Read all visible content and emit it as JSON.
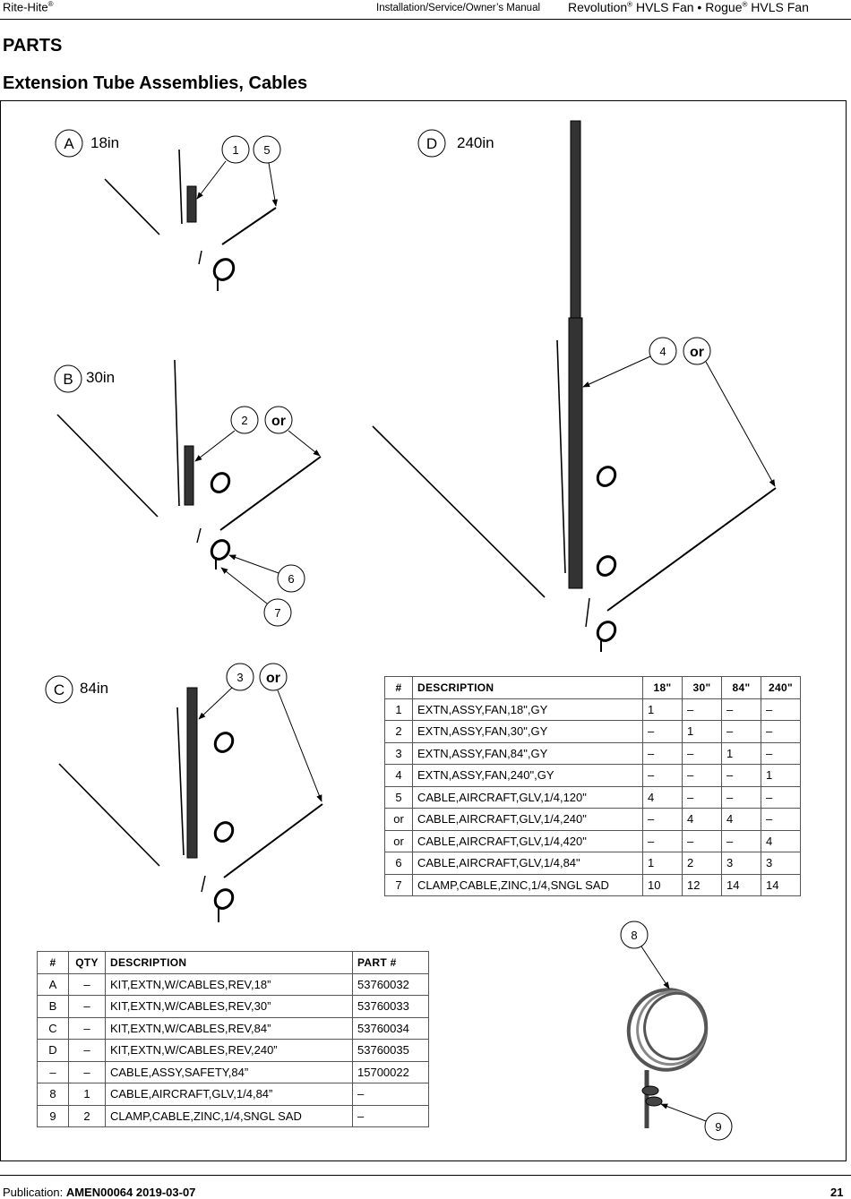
{
  "header": {
    "brand": "Rite-Hite",
    "brand_reg": "®",
    "manual": "Installation/Service/Owner’s Manual",
    "product_1": "Revolution",
    "product_reg_1": "®",
    "product_2": " HVLS Fan • Rogue",
    "product_reg_2": "®",
    "product_3": " HVLS Fan"
  },
  "title": "PARTS",
  "section": "Extension Tube Assemblies, Cables",
  "figures": {
    "a": {
      "letter": "A",
      "size": "18in"
    },
    "b": {
      "letter": "B",
      "size": "30in"
    },
    "c": {
      "letter": "C",
      "size": "84in"
    },
    "d": {
      "letter": "D",
      "size": "240in"
    }
  },
  "callouts": {
    "c1": "1",
    "c2": "2",
    "c3": "3",
    "c4": "4",
    "c5": "5",
    "c6": "6",
    "c7": "7",
    "c8": "8",
    "c9": "9",
    "or_b": "or",
    "or_c": "or",
    "or_d": "or"
  },
  "table_right": {
    "headers": [
      "#",
      "DESCRIPTION",
      "18\"",
      "30\"",
      "84\"",
      "240\""
    ],
    "rows": [
      [
        "1",
        "EXTN,ASSY,FAN,18\",GY",
        "1",
        "–",
        "–",
        "–"
      ],
      [
        "2",
        "EXTN,ASSY,FAN,30\",GY",
        "–",
        "1",
        "–",
        "–"
      ],
      [
        "3",
        "EXTN,ASSY,FAN,84\",GY",
        "–",
        "–",
        "1",
        "–"
      ],
      [
        "4",
        "EXTN,ASSY,FAN,240\",GY",
        "–",
        "–",
        "–",
        "1"
      ],
      [
        "5",
        "CABLE,AIRCRAFT,GLV,1/4,120\"",
        "4",
        "–",
        "–",
        "–"
      ],
      [
        "or",
        "CABLE,AIRCRAFT,GLV,1/4,240\"",
        "–",
        "4",
        "4",
        "–"
      ],
      [
        "or",
        "CABLE,AIRCRAFT,GLV,1/4,420\"",
        "–",
        "–",
        "–",
        "4"
      ],
      [
        "6",
        "CABLE,AIRCRAFT,GLV,1/4,84\"",
        "1",
        "2",
        "3",
        "3"
      ],
      [
        "7",
        "CLAMP,CABLE,ZINC,1/4,SNGL SAD",
        "10",
        "12",
        "14",
        "14"
      ]
    ]
  },
  "table_left": {
    "headers": [
      "#",
      "QTY",
      "DESCRIPTION",
      "PART #"
    ],
    "rows": [
      [
        "A",
        "–",
        "KIT,EXTN,W/CABLES,REV,18”",
        "53760032"
      ],
      [
        "B",
        "–",
        "KIT,EXTN,W/CABLES,REV,30”",
        "53760033"
      ],
      [
        "C",
        "–",
        "KIT,EXTN,W/CABLES,REV,84”",
        "53760034"
      ],
      [
        "D",
        "–",
        "KIT,EXTN,W/CABLES,REV,240”",
        "53760035"
      ],
      [
        "–",
        "–",
        "CABLE,ASSY,SAFETY,84”",
        "15700022"
      ],
      [
        "8",
        "1",
        "CABLE,AIRCRAFT,GLV,1/4,84”",
        "–"
      ],
      [
        "9",
        "2",
        "CLAMP,CABLE,ZINC,1/4,SNGL SAD",
        "–"
      ]
    ]
  },
  "footer": {
    "label": "Publication:",
    "publication": "AMEN00064",
    "date": "2019-03-07",
    "page": "21"
  }
}
